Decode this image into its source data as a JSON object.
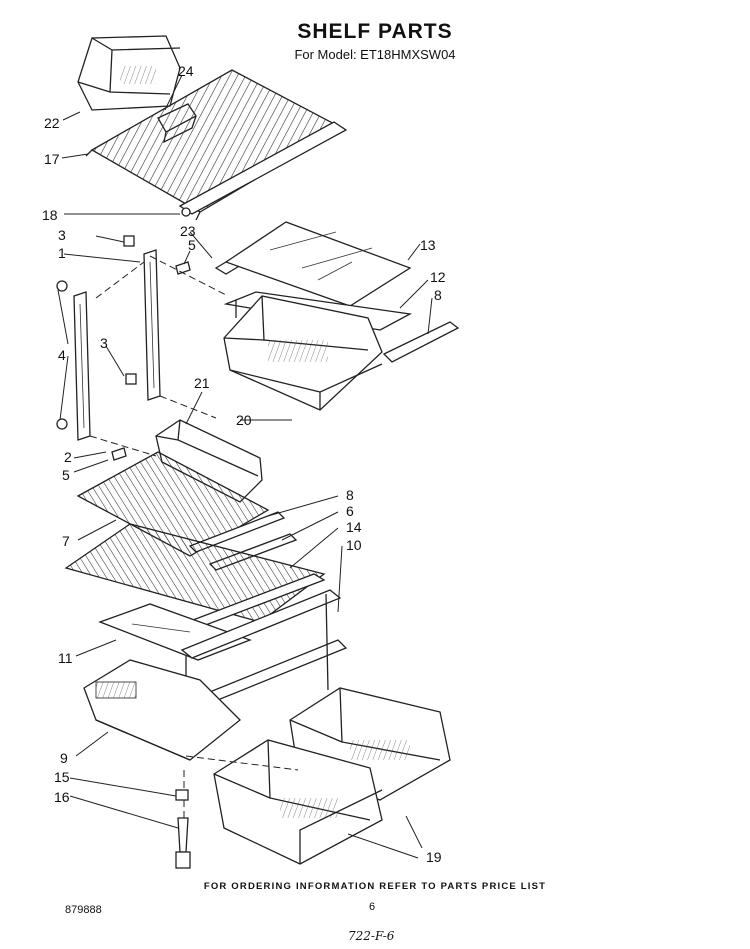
{
  "header": {
    "title": "SHELF PARTS",
    "model_line": "For Model: ET18HMXSW04"
  },
  "callouts": {
    "c1": "1",
    "c2": "2",
    "c3a": "3",
    "c3b": "3",
    "c4": "4",
    "c5a": "5",
    "c5b": "5",
    "c6": "6",
    "c7": "7",
    "c8a": "8",
    "c8b": "8",
    "c9": "9",
    "c10": "10",
    "c11": "11",
    "c12": "12",
    "c13": "13",
    "c14": "14",
    "c15": "15",
    "c16": "16",
    "c17": "17",
    "c18": "18",
    "c19": "19",
    "c20": "20",
    "c21": "21",
    "c22": "22",
    "c23": "23",
    "c24": "24"
  },
  "footer": {
    "ordering_note": "FOR ORDERING INFORMATION REFER TO PARTS PRICE LIST",
    "doc_number": "879888",
    "page_number": "6",
    "handwritten_note": "722-F-6"
  }
}
